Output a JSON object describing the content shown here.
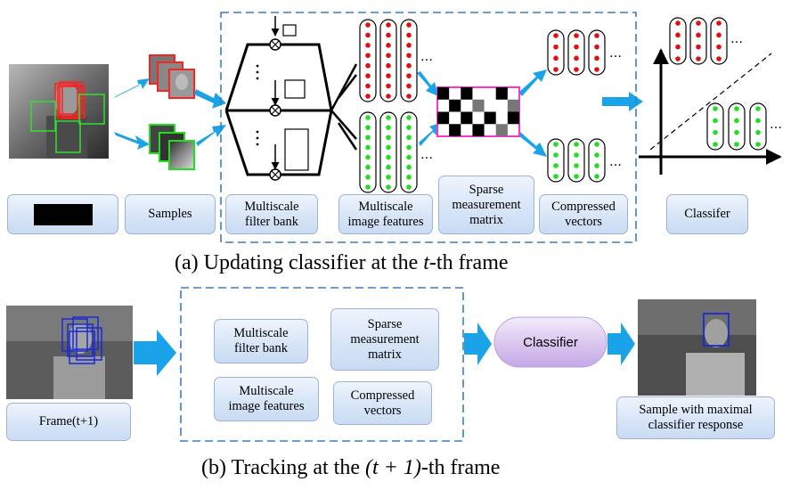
{
  "panel_a": {
    "labels": {
      "samples": "Samples",
      "filter_bank": "Multiscale\nfilter bank",
      "image_features": "Multiscale\nimage features",
      "measurement_matrix": "Sparse\nmeasurement\nmatrix",
      "compressed_vectors": "Compressed\nvectors",
      "classifier": "Classifer"
    },
    "caption": {
      "prefix": "(a) Updating classifier at the ",
      "variable": "t",
      "suffix": "-th frame"
    }
  },
  "panel_b": {
    "labels": {
      "frame": "Frame(t+1)",
      "filter_bank": "Multiscale\nfilter bank",
      "measurement_matrix": "Sparse\nmeasurement\nmatrix",
      "image_features": "Multiscale\nimage features",
      "compressed_vectors": "Compressed\nvectors",
      "classifier": "Classifier",
      "result": "Sample with maximal\nclassifier response"
    },
    "caption": {
      "prefix": "(b) Tracking at the ",
      "variable": "(t + 1)",
      "suffix": "-th frame"
    }
  },
  "colors": {
    "arrow": "#1aa3e8",
    "positive_dot": "#e01010",
    "negative_dot": "#22dd22",
    "dashed_border": "#3a7fc4",
    "matrix_border": "#ff33cc",
    "classifier_fill": "#dcc8f0",
    "redacted_block": "#000000"
  }
}
